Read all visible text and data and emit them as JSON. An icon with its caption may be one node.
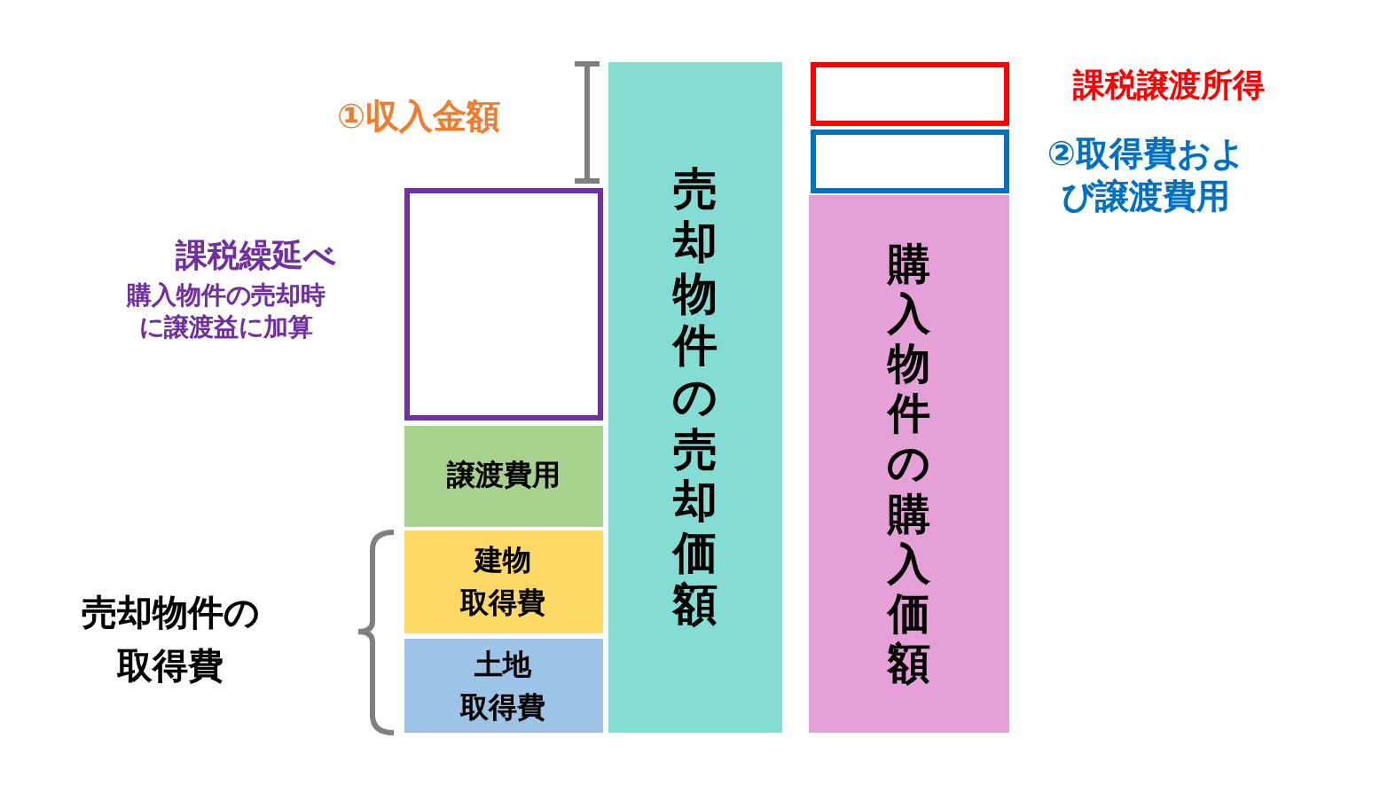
{
  "diagram": {
    "nodes": [
      {
        "text": [
          "売却物件の売却価額"
        ]
      },
      {
        "text": [],
        "shape": "box",
        "beside": [
          "課税譲渡所得"
        ]
      },
      {
        "text": [],
        "shape": "box",
        "beside": [
          "②取得費および譲渡費用"
        ]
      },
      {
        "text": [
          "購入物件の購入価額"
        ]
      },
      {
        "text": [],
        "shape": "box",
        "beside": [
          "課税繰延べ",
          "購入物件の売却時に譲渡益に加算"
        ]
      },
      {
        "text": [
          "譲渡費用"
        ]
      },
      {
        "text": [
          "建物取得費"
        ]
      },
      {
        "text": [
          "土地取得費"
        ]
      }
    ],
    "labels": [
      "①収入金額",
      "売却物件の取得費"
    ]
  }
}
